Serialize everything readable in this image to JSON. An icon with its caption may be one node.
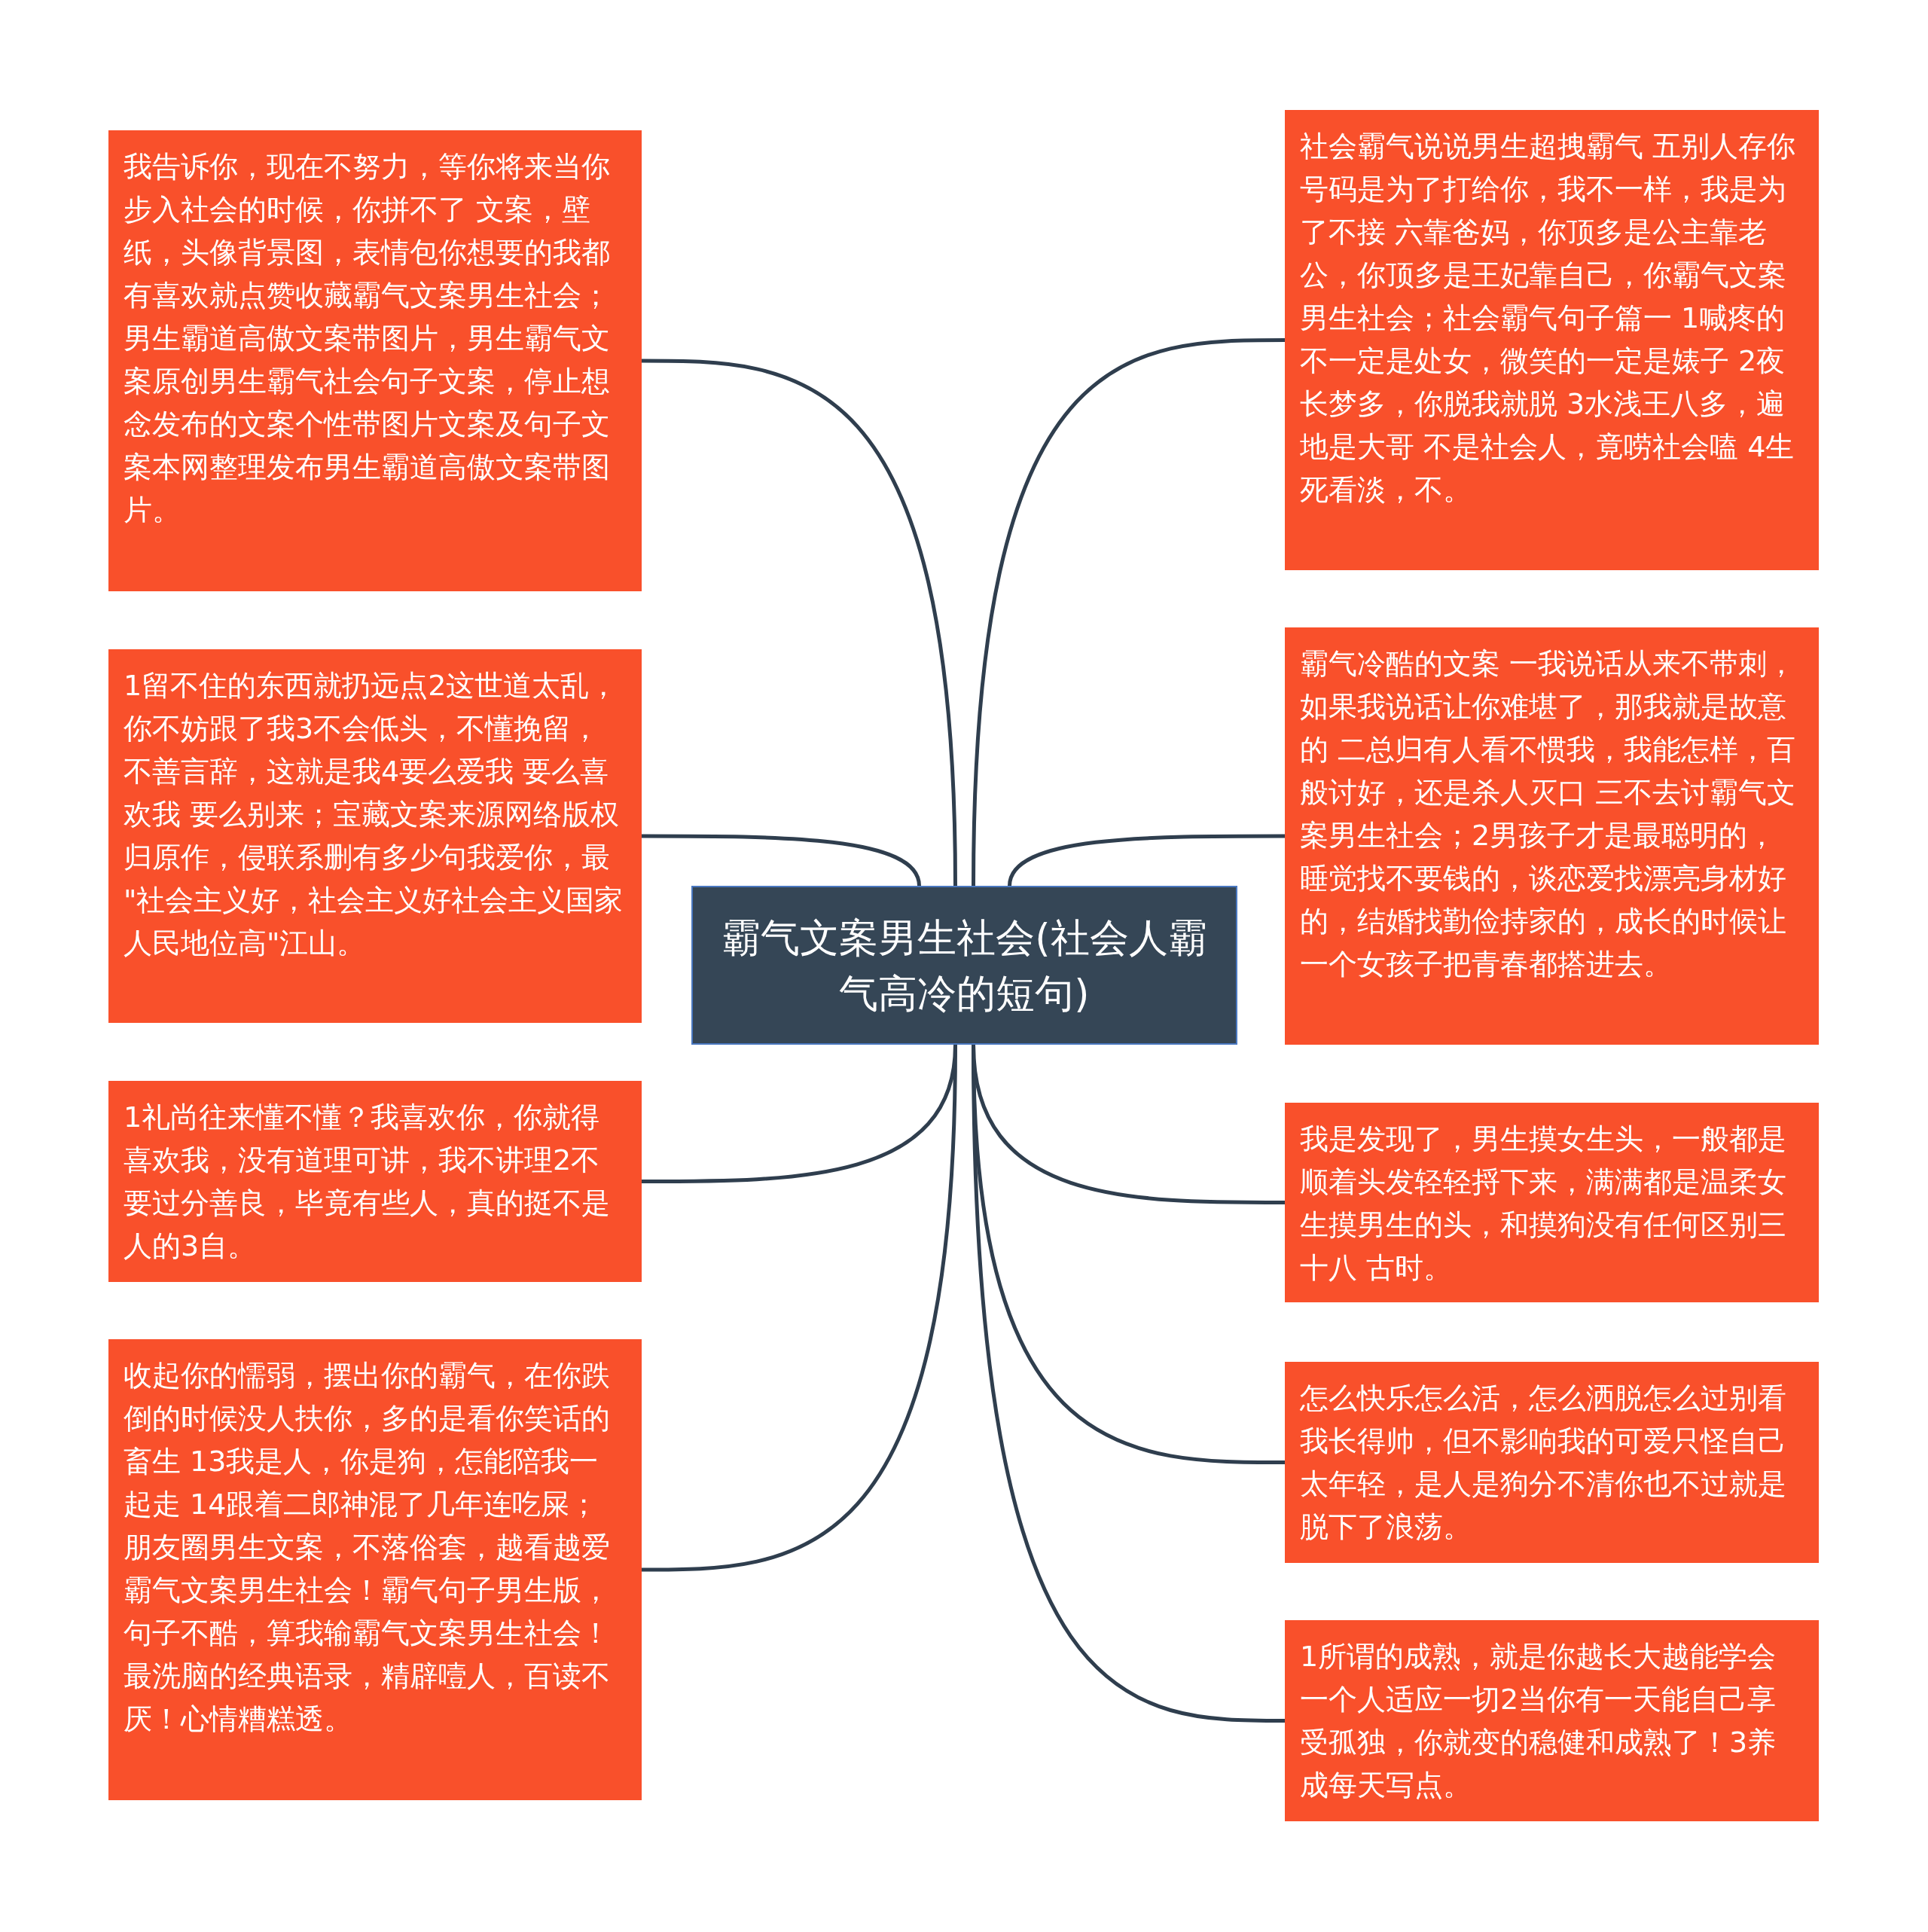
{
  "diagram": {
    "nodes": [
      {
        "text": [
          "霸气文案男生社会(社会人霸气高冷的短句)"
        ]
      },
      {
        "text": [
          "我告诉你，现在不努力，等你将来当你步入社会的时候，你拼不了 文案，壁纸，头像背景图，表情包你想要的我都有喜欢就点赞收藏霸气文案男生社会；男生霸道高傲文案带图片，男生霸气文案原创男生霸气社会句子文案，停止想念发布的文案个性带图片文案及句子文案本网整理发布男生霸道高傲文案带图片。"
        ]
      },
      {
        "text": [
          "1留不住的东西就扔远点2这世道太乱，你不妨跟了我3不会低头，不懂挽留，不善言辞，这就是我4要么爱我 要么喜欢我 要么别来；宝藏文案来源网络版权归原作，侵联系删有多少句我爱你，最 \"社会主义好，社会主义好社会主义国家人民地位高\"江山。"
        ]
      },
      {
        "text": [
          "1礼尚往来懂不懂？我喜欢你，你就得喜欢我，没有道理可讲，我不讲理2不要过分善良，毕竟有些人，真的挺不是人的3自。"
        ]
      },
      {
        "text": [
          "收起你的懦弱，摆出你的霸气，在你跌倒的时候没人扶你，多的是看你笑话的畜生 13我是人，你是狗，怎能陪我一起走 14跟着二郎神混了几年连吃屎；朋友圈男生文案，不落俗套，越看越爱霸气文案男生社会！霸气句子男生版，句子不酷，算我输霸气文案男生社会！最洗脑的经典语录，精辟噎人，百读不厌！心情糟糕透。"
        ]
      },
      {
        "text": [
          "社会霸气说说男生超拽霸气 五别人存你号码是为了打给你，我不一样，我是为了不接 六靠爸妈，你顶多是公主靠老公，你顶多是王妃靠自己，你霸气文案男生社会；社会霸气句子篇一 1喊疼的不一定是处女，微笑的一定是婊子 2夜长梦多，你脱我就脱 3水浅王八多，遍地是大哥 不是社会人，竟唠社会嗑 4生死看淡，不。"
        ]
      },
      {
        "text": [
          "霸气冷酷的文案 一我说话从来不带刺，如果我说话让你难堪了，那我就是故意的 二总归有人看不惯我，我能怎样，百般讨好，还是杀人灭口 三不去讨霸气文案男生社会；2男孩子才是最聪明的，睡觉找不要钱的，谈恋爱找漂亮身材好的，结婚找勤俭持家的，成长的时候让一个女孩子把青春都搭进去。"
        ]
      },
      {
        "text": [
          "我是发现了，男生摸女生头，一般都是顺着头发轻轻捋下来，满满都是温柔女生摸男生的头，和摸狗没有任何区别三十八 古时。"
        ]
      },
      {
        "text": [
          "怎么快乐怎么活，怎么洒脱怎么过别看我长得帅，但不影响我的可爱只怪自己太年轻，是人是狗分不清你也不过就是脱下了浪荡。"
        ]
      },
      {
        "text": [
          "1所谓的成熟，就是你越长大越能学会一个人适应一切2当你有一天能自己享受孤独，你就变的稳健和成熟了！3养成每天写点。"
        ]
      }
    ],
    "edges": [
      {
        "from": 0,
        "to": 1,
        "arrow": "none"
      },
      {
        "from": 0,
        "to": 2,
        "arrow": "none"
      },
      {
        "from": 0,
        "to": 3,
        "arrow": "none"
      },
      {
        "from": 0,
        "to": 4,
        "arrow": "none"
      },
      {
        "from": 0,
        "to": 5,
        "arrow": "none"
      },
      {
        "from": 0,
        "to": 6,
        "arrow": "none"
      },
      {
        "from": 0,
        "to": 7,
        "arrow": "none"
      },
      {
        "from": 0,
        "to": 8,
        "arrow": "none"
      },
      {
        "from": 0,
        "to": 9,
        "arrow": "none"
      }
    ]
  }
}
